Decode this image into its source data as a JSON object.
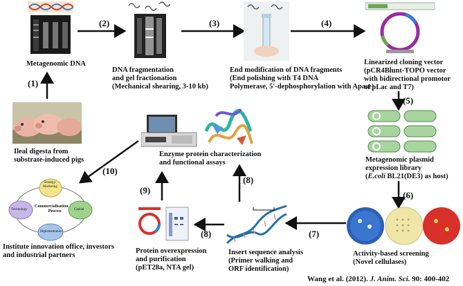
{
  "nodes": {
    "metagenomic_dna": "Metagenomic DNA",
    "fragmentation": [
      "DNA fragmentation",
      "and gel fractionation",
      "(Mechanical shearing, 3-10 kb)"
    ],
    "end_modification": [
      "End modification of DNA fragments",
      "(End polishing with T4 DNA",
      "Polymerase, 5′-dephosphorylation with Apase)"
    ],
    "cloning_vector": [
      "Linearized cloning vector",
      "(pCR4Blunt-TOPO vector",
      "with bidirectional promotor",
      "of pLac and T7)"
    ],
    "library": [
      "Metagenomic plasmid",
      "expression library",
      "host)"
    ],
    "library_host_italic": "E.coli",
    "library_host_rest": " BL21(DE3) as",
    "screening": [
      "Activity-based screening",
      "(Novel cellulases)"
    ],
    "insert_analysis": [
      "Insert sequence analysis",
      "(Primer walking and",
      "ORF identification)"
    ],
    "overexpression": [
      "Protein overexpression",
      "and purification",
      "(pET28a, NTA  gel)"
    ],
    "characterization": [
      "Enzyme protein characterization",
      "and functional assays"
    ],
    "institute": [
      "Institute innovation office, investors",
      "and industrial partners"
    ],
    "ileal": [
      "Ileal digesta from",
      "substrate-induced pigs"
    ]
  },
  "steps": [
    "(1)",
    "(2)",
    "(3)",
    "(4)",
    "(5)",
    "(6)",
    "(7)",
    "(8)",
    "(8)",
    "(9)",
    "(10)"
  ],
  "commercialisation": {
    "center": [
      "Commercialisation",
      "Process"
    ],
    "top": [
      "Strategy/",
      "Marketing"
    ],
    "left": "Technology",
    "right": "Capital",
    "bottom": "Implementation"
  },
  "citation": {
    "authors": "Wang et al. (2012). ",
    "journal": "J. Anim. Sci.",
    "rest": " 90: 400-402"
  },
  "colors": {
    "arrow": "#111111",
    "vector_ring": "#9b2aa0",
    "plate_blue": "#2b5fb8",
    "plate_yellow": "#efe6a8",
    "plate_red": "#d8312a",
    "pig_pink": "#e9b3a6",
    "cell_green": "#a8d4a0"
  }
}
